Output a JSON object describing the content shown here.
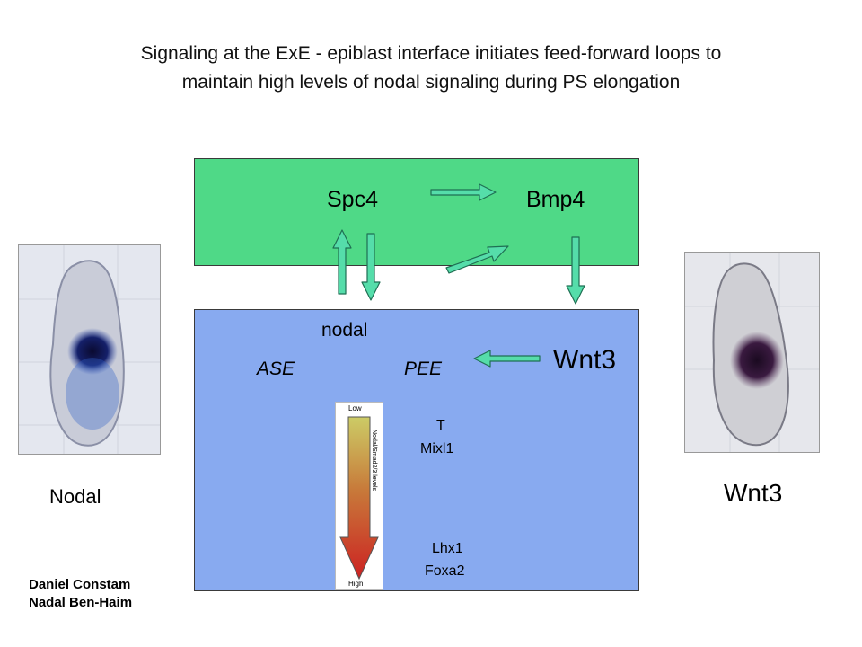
{
  "title": {
    "line1": "Signaling at the ExE - epiblast interface initiates feed-forward loops to",
    "line2": "maintain high levels of nodal signaling during PS elongation"
  },
  "exe": {
    "spc4": "Spc4",
    "bmp4": "Bmp4"
  },
  "epiblast": {
    "nodal": "nodal",
    "ase": "ASE",
    "pee": "PEE",
    "wnt3": "Wnt3",
    "marker_t": "T",
    "marker_mixl1": "Mixl1",
    "marker_lhx1": "Lhx1",
    "marker_foxa2": "Foxa2"
  },
  "gradient": {
    "low": "Low",
    "high": "High",
    "axis": "Nodal/Smad2/3 levels",
    "color_low": "#cccc66",
    "color_high": "#cc2222"
  },
  "photos": {
    "left_caption": "Nodal",
    "right_caption": "Wnt3"
  },
  "credits": {
    "line1": "Daniel Constam",
    "line2": "Nadal Ben-Haim"
  },
  "colors": {
    "exe_box": "#4fd987",
    "epiblast_box": "#88aaf0",
    "arrow_fill": "#55ddaa",
    "arrow_stroke": "#1f6f53"
  }
}
